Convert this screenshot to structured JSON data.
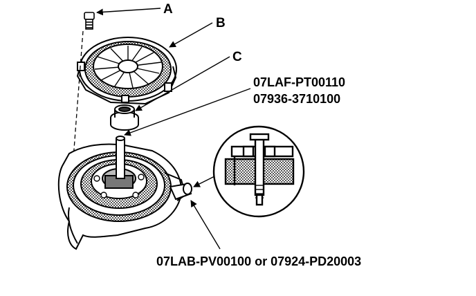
{
  "callouts": {
    "a": "A",
    "b": "B",
    "c": "C"
  },
  "tools": {
    "primary": "07LAF-PT00110",
    "alternate": "07936-3710100",
    "bottom": "07LAB-PV00100 or 07924-PD20003"
  },
  "colors": {
    "ink": "#000000",
    "paper": "#ffffff",
    "hatch": "#9a9a9a"
  }
}
